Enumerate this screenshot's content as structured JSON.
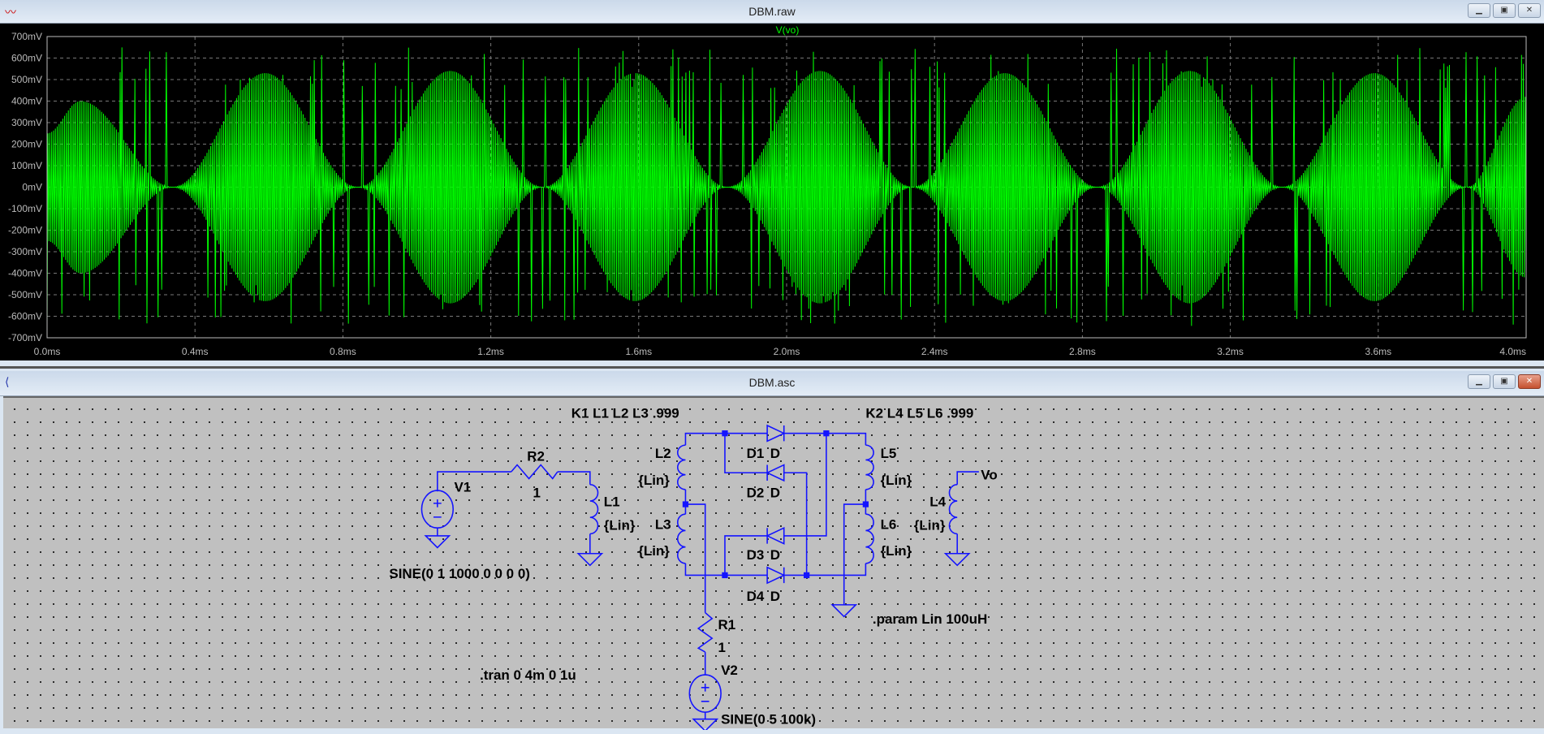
{
  "plot_window": {
    "title": "DBM.raw",
    "icon": "waveform-icon",
    "buttons": {
      "minimize": "minimize-icon",
      "maximize": "maximize-icon",
      "close": "close-icon"
    }
  },
  "schematic_window": {
    "title": "DBM.asc",
    "icon": "schematic-icon"
  },
  "colors": {
    "trace": "#00ff00",
    "wire": "#1414ff",
    "plot_bg": "#000000",
    "schematic_bg": "#c0c0c0"
  },
  "chart_data": {
    "type": "line",
    "title": "V(vo)",
    "xlabel": "",
    "ylabel": "",
    "xlim": [
      0,
      4
    ],
    "x_unit": "ms",
    "ylim": [
      -700,
      700
    ],
    "y_unit": "mV",
    "grid": true,
    "x_ticks": [
      "0.0ms",
      "0.4ms",
      "0.8ms",
      "1.2ms",
      "1.6ms",
      "2.0ms",
      "2.4ms",
      "2.8ms",
      "3.2ms",
      "3.6ms",
      "4.0ms"
    ],
    "y_ticks": [
      "700mV",
      "600mV",
      "500mV",
      "400mV",
      "300mV",
      "200mV",
      "100mV",
      "0mV",
      "-100mV",
      "-200mV",
      "-300mV",
      "-400mV",
      "-500mV",
      "-600mV",
      "-700mV"
    ],
    "series": [
      {
        "name": "V(vo)",
        "description_carrier_kHz": 100,
        "envelope_t_ms": [
          0,
          0.09,
          0.34,
          0.59,
          0.84,
          1.09,
          1.34,
          1.59,
          1.84,
          2.09,
          2.34,
          2.59,
          2.84,
          3.09,
          3.34,
          3.59,
          3.84,
          4.0
        ],
        "envelope_mV": [
          250,
          400,
          0,
          530,
          0,
          540,
          0,
          530,
          0,
          540,
          0,
          530,
          0,
          540,
          0,
          530,
          0,
          420
        ],
        "spike_peak_mV": 650
      }
    ]
  },
  "schematic": {
    "directives": {
      "k1": "K1 L1 L2 L3 .999",
      "k2": "K2 L4 L5 L6 .999",
      "param": ".param Lin 100uH",
      "tran": ".tran 0 4m 0 1u"
    },
    "v1": {
      "name": "V1",
      "value": "SINE(0 1 1000 0 0 0 0)"
    },
    "v2": {
      "name": "V2",
      "value": "SINE(0 5 100k)"
    },
    "r1": {
      "name": "R1",
      "value": "1"
    },
    "r2": {
      "name": "R2",
      "value": "1"
    },
    "inductors": [
      {
        "name": "L1",
        "value": "{Lin}"
      },
      {
        "name": "L2",
        "value": "{Lin}"
      },
      {
        "name": "L3",
        "value": "{Lin}"
      },
      {
        "name": "L4",
        "value": "{Lin}"
      },
      {
        "name": "L5",
        "value": "{Lin}"
      },
      {
        "name": "L6",
        "value": "{Lin}"
      }
    ],
    "diodes": [
      {
        "name": "D1",
        "model": "D"
      },
      {
        "name": "D2",
        "model": "D"
      },
      {
        "name": "D3",
        "model": "D"
      },
      {
        "name": "D4",
        "model": "D"
      }
    ],
    "net_label": "Vo"
  }
}
